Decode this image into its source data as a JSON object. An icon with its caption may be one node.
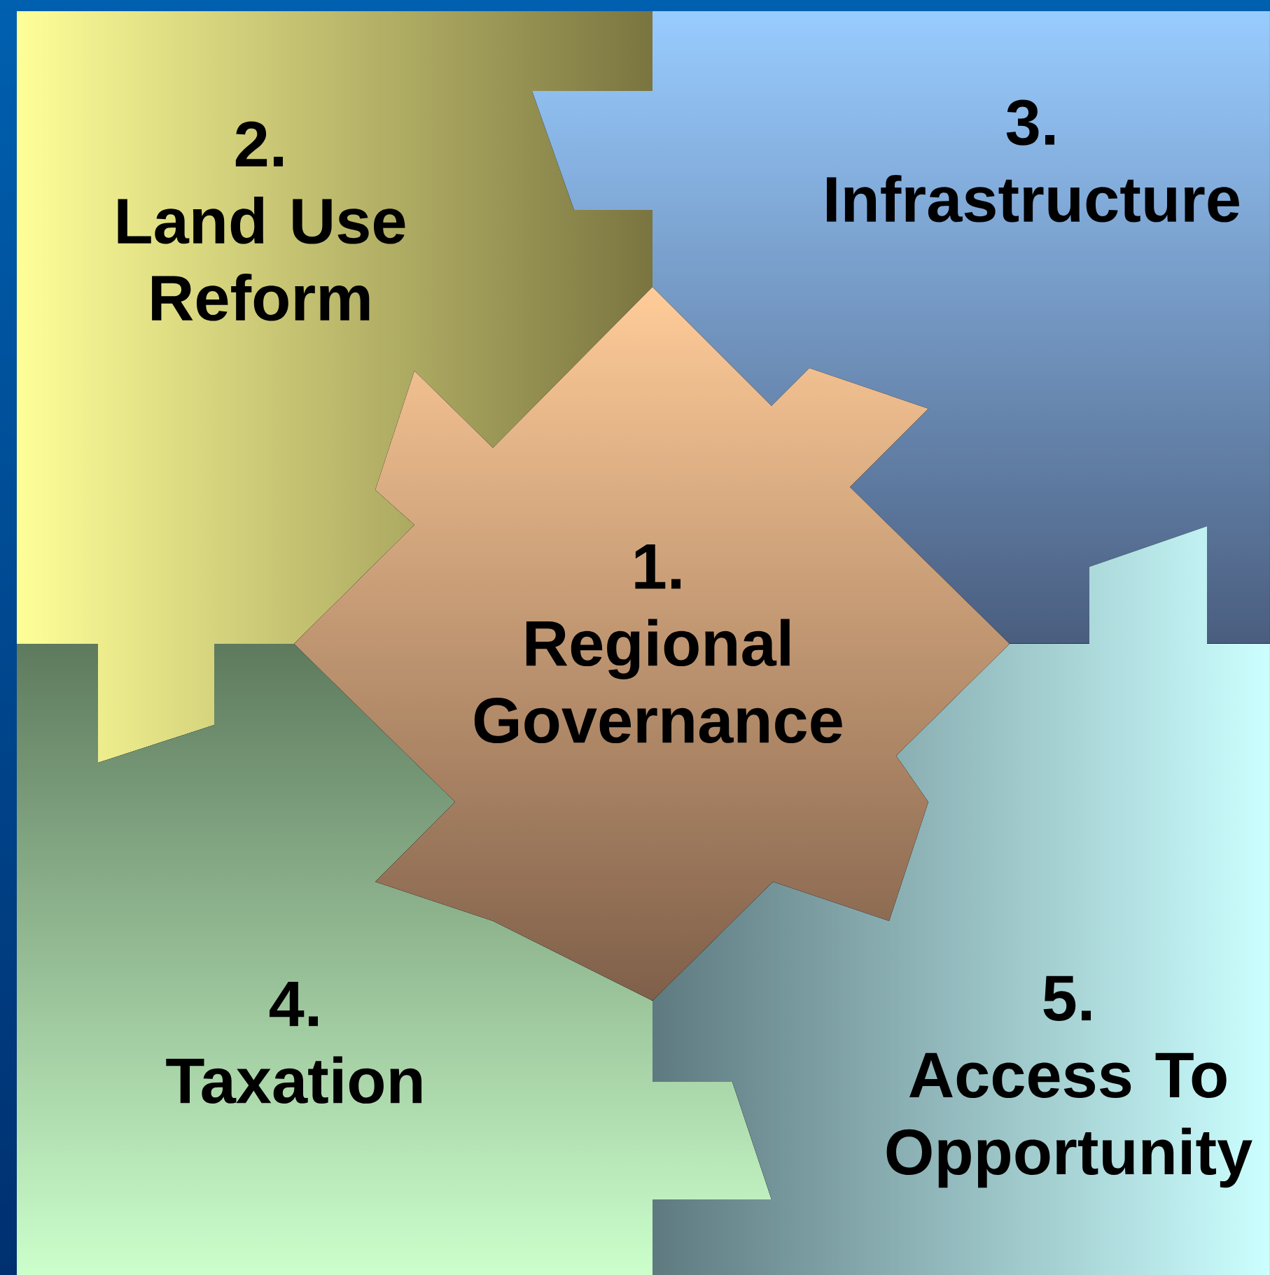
{
  "diagram": {
    "nodes": [
      {
        "text": [
          "1.",
          "Regional Governance"
        ]
      },
      {
        "text": [
          "2.",
          "Land Use Reform"
        ]
      },
      {
        "text": [
          "3.",
          "Infrastructure"
        ]
      },
      {
        "text": [
          "4.",
          "Taxation"
        ]
      },
      {
        "text": [
          "5.",
          "Access To Opportunity"
        ]
      }
    ]
  }
}
